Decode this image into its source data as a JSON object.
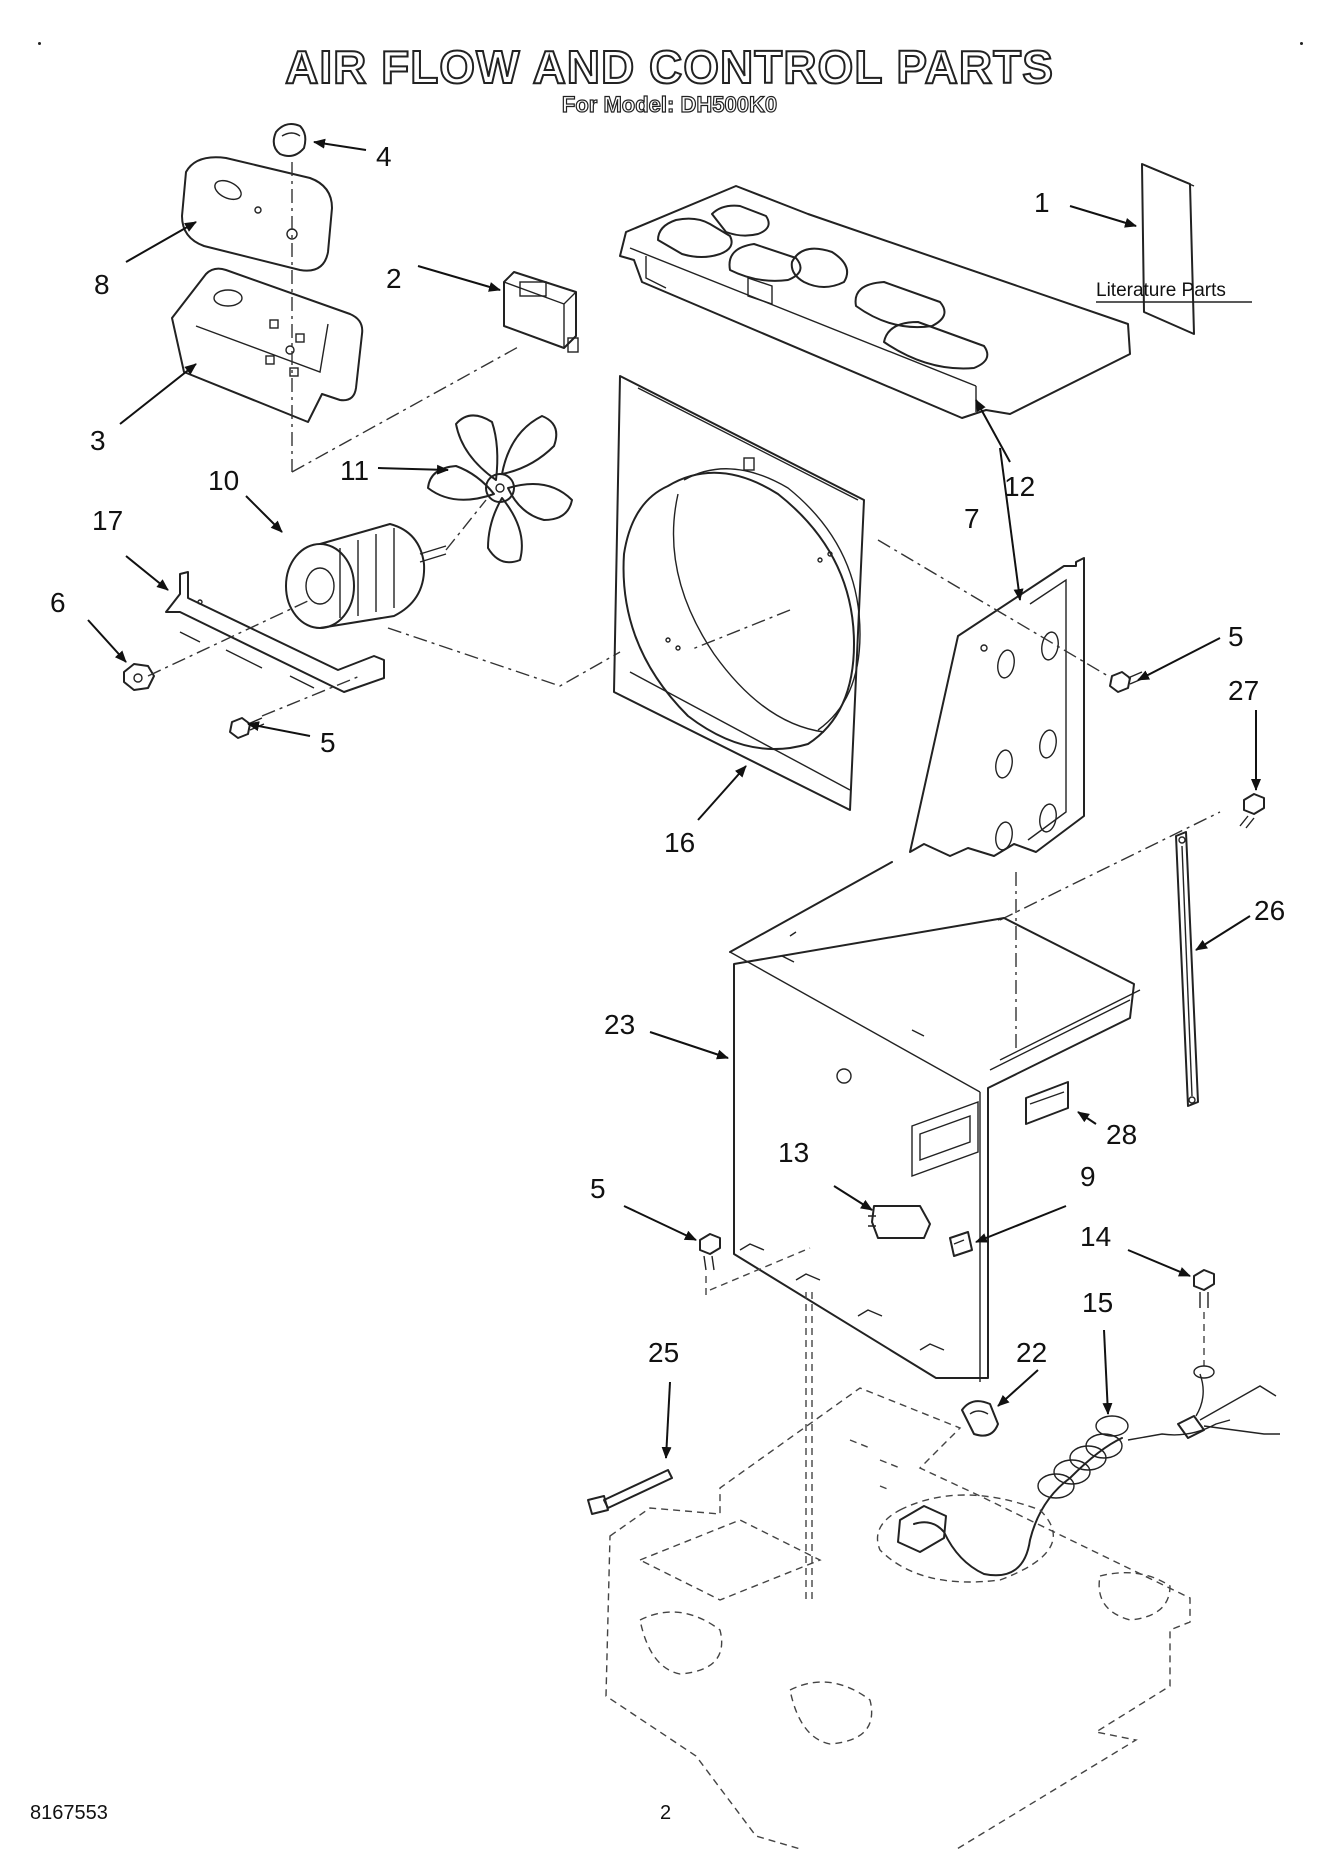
{
  "header": {
    "title": "AIR FLOW AND CONTROL PARTS",
    "subtitle": "For Model: DH500K0"
  },
  "footer": {
    "document_code": "8167553",
    "page_number": "2"
  },
  "literature": {
    "label": "Literature Parts"
  },
  "callouts": {
    "c1": "1",
    "c2": "2",
    "c3": "3",
    "c4": "4",
    "c5a": "5",
    "c5b": "5",
    "c5c": "5",
    "c6": "6",
    "c7": "7",
    "c8": "8",
    "c9": "9",
    "c10": "10",
    "c11": "11",
    "c12": "12",
    "c13": "13",
    "c14": "14",
    "c15": "15",
    "c16": "16",
    "c17": "17",
    "c22": "22",
    "c23": "23",
    "c25": "25",
    "c26": "26",
    "c27": "27",
    "c28": "28"
  },
  "colors": {
    "ink": "#222222",
    "background": "#ffffff"
  }
}
